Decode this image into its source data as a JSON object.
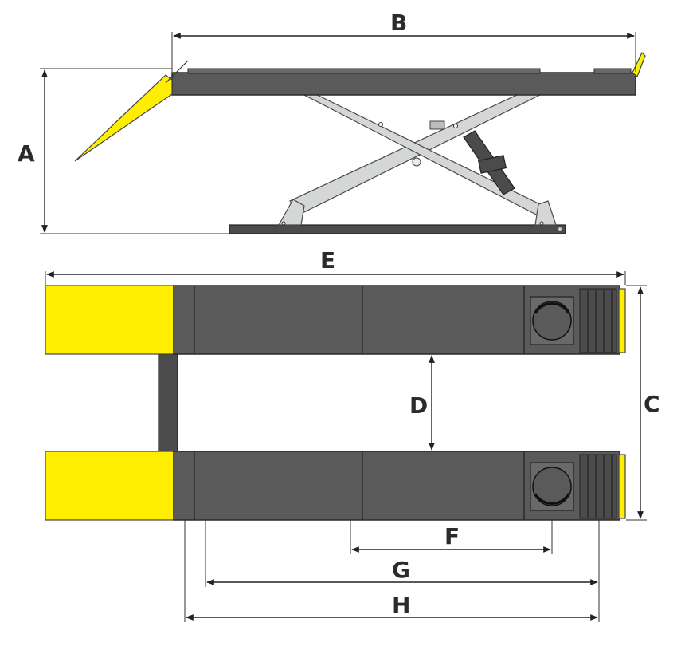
{
  "figure": {
    "colors": {
      "platform": "#5b5a5a",
      "ramp": "#ffee00",
      "scissor_arm": "#d5d7d6",
      "outline": "#2a2a2a",
      "label": "#2b2b2b"
    },
    "dimension_labels": {
      "A": "A",
      "B": "B",
      "C": "C",
      "D": "D",
      "E": "E",
      "F": "F",
      "G": "G",
      "H": "H"
    }
  }
}
